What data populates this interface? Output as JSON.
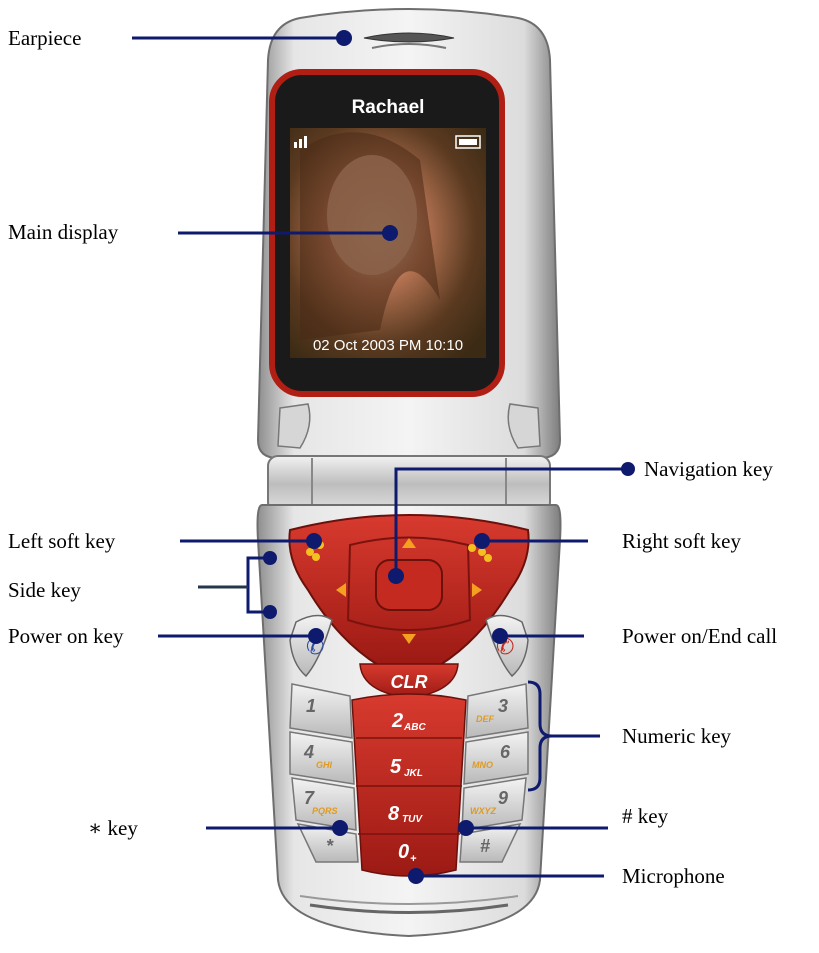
{
  "screen": {
    "contact_name": "Rachael",
    "status_time": "02 Oct 2003 PM 10:10"
  },
  "keys": {
    "clr": "CLR",
    "numeric": [
      {
        "digit": "1",
        "letters": ""
      },
      {
        "digit": "2",
        "letters": "ABC"
      },
      {
        "digit": "3",
        "letters": "DEF"
      },
      {
        "digit": "4",
        "letters": "GHI"
      },
      {
        "digit": "5",
        "letters": "JKL"
      },
      {
        "digit": "6",
        "letters": "MNO"
      },
      {
        "digit": "7",
        "letters": "PQRS"
      },
      {
        "digit": "8",
        "letters": "TUV"
      },
      {
        "digit": "9",
        "letters": "WXYZ"
      },
      {
        "digit": "*",
        "letters": ""
      },
      {
        "digit": "0",
        "letters": "+"
      },
      {
        "digit": "#",
        "letters": ""
      }
    ]
  },
  "callouts": {
    "earpiece": "Earpiece",
    "main_display": "Main display",
    "navigation_key": "Navigation key",
    "left_soft_key": "Left soft key",
    "right_soft_key": "Right soft key",
    "side_key": "Side key",
    "power_on_key": "Power on key",
    "power_end_call": "Power on/End call",
    "numeric_key": "Numeric key",
    "star_key": "∗ key",
    "hash_key": "# key",
    "microphone": "Microphone"
  },
  "colors": {
    "callout_line": "#0d1a6e",
    "phone_silver": "#c9c9c9",
    "keypad_red": "#b3231c",
    "screen_bezel": "#b01e14"
  }
}
